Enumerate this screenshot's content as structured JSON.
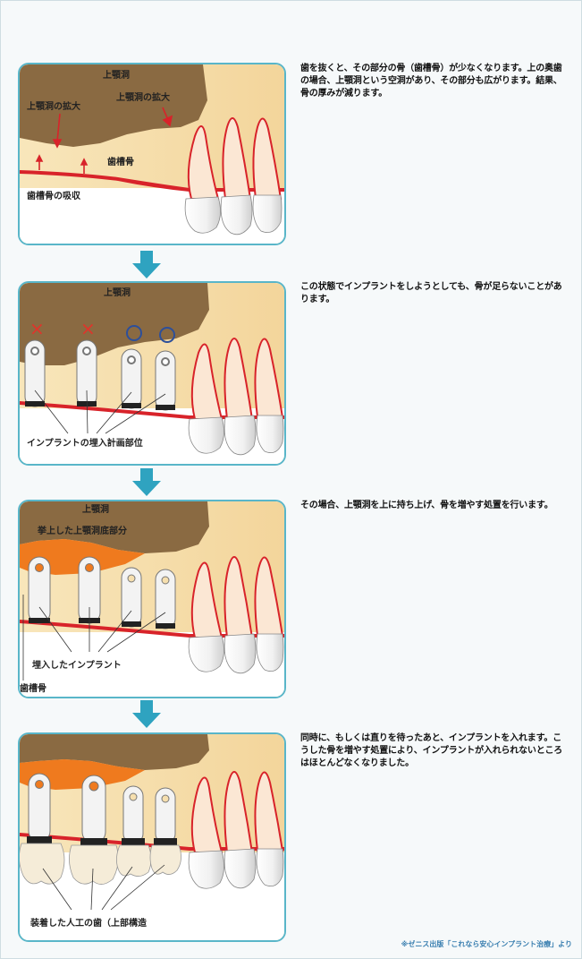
{
  "steps": [
    {
      "labels": {
        "sinus": "上顎洞",
        "sinus_expand_left": "上顎洞の拡大",
        "sinus_expand_right": "上顎洞の拡大",
        "alveolar_bone": "歯槽骨",
        "resorption": "歯槽骨の吸収"
      },
      "description": "歯を抜くと、その部分の骨（歯槽骨）が少なくなります。上の奥歯の場合、上顎洞という空洞があり、その部分も広がります。結果、骨の厚みが減ります。"
    },
    {
      "labels": {
        "sinus": "上顎洞",
        "cross_1": "×",
        "cross_2": "×",
        "planned": "インプラントの埋入計画部位"
      },
      "description": "この状態でインプラントをしようとしても、骨が足らないことがあります。"
    },
    {
      "labels": {
        "sinus": "上顎洞",
        "lifted": "挙上した上顎洞底部分",
        "implanted": "埋入したインプラント",
        "alveolar_bone": "歯槽骨"
      },
      "description": "その場合、上顎洞を上に持ち上げ、骨を増やす処置を行います。"
    },
    {
      "labels": {
        "crowns": "装着した人工の歯（上部構造"
      },
      "description": "同時に、もしくは直りを待ったあと、インプラントを入れます。こうした骨を増やす処置により、インプラントが入れられないところはほとんどなくなりました。"
    }
  ],
  "source_note": "※ゼニス出版「これなら安心インプラント治療」より",
  "colors": {
    "panel_border": "#59b6c9",
    "arrow": "#2fa3c0",
    "sinus": "#8a6a42",
    "bone": "#f6dfae",
    "gum_line": "#d8232a",
    "lifted_area": "#ef7a1e",
    "cross": "#e0342b",
    "circle": "#2d4f9a"
  }
}
